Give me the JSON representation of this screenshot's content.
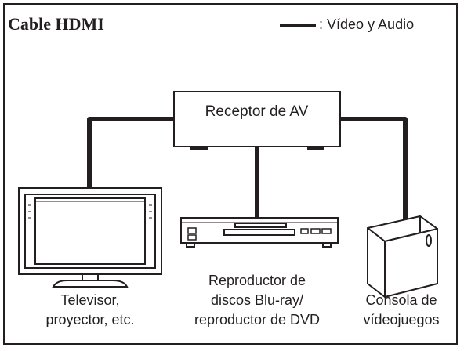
{
  "title": "Cable HDMI",
  "legend": {
    "label": ": Vídeo y Audio"
  },
  "receiver": {
    "label": "Receptor de AV"
  },
  "devices": [
    {
      "lines": [
        "Televisor,",
        "proyector, etc."
      ]
    },
    {
      "lines": [
        "Reproductor de",
        "discos Blu-ray/",
        "reproductor de DVD"
      ]
    },
    {
      "lines": [
        "Consola de",
        "vídeojuegos"
      ]
    }
  ],
  "colors": {
    "ink": "#231f20",
    "background": "#ffffff"
  }
}
